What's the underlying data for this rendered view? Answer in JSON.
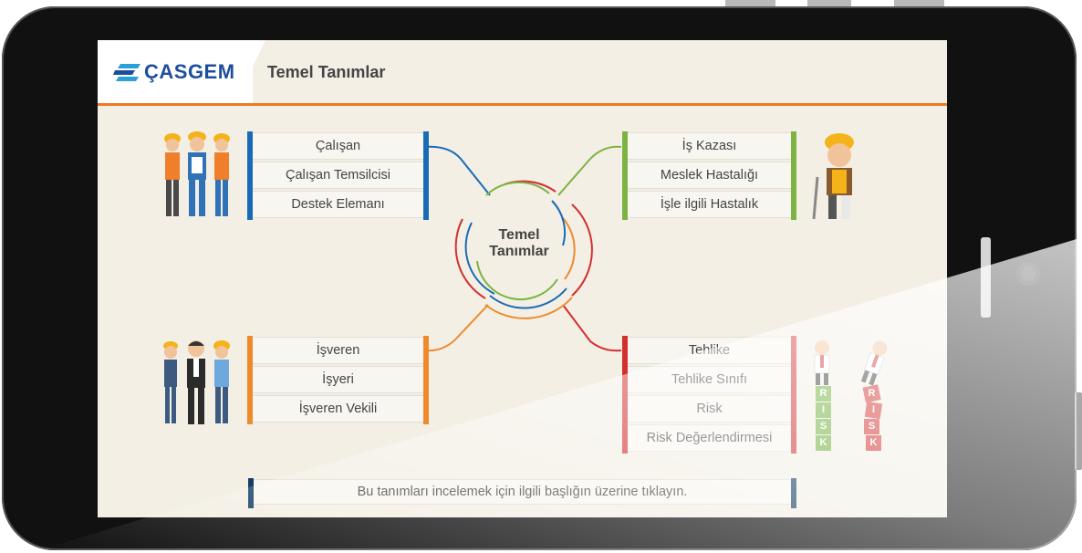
{
  "header": {
    "logo_text": "ÇASGEM",
    "title": "Temel Tanımlar"
  },
  "center": {
    "line1": "Temel",
    "line2": "Tanımlar"
  },
  "groups": {
    "employees": [
      "Çalışan",
      "Çalışan Temsilcisi",
      "Destek Elemanı"
    ],
    "accidents": [
      "İş Kazası",
      "Meslek Hastalığı",
      "İşle ilgili Hastalık"
    ],
    "employer": [
      "İşveren",
      "İşyeri",
      "İşveren Vekili"
    ],
    "risk": [
      "Tehlike",
      "Tehlike Sınıfı",
      "Risk",
      "Risk Değerlendirmesi"
    ]
  },
  "risk_block_letters": [
    "R",
    "I",
    "S",
    "K"
  ],
  "hint": "Bu tanımları incelemek için ilgili başlığın üzerine tıklayın.",
  "colors": {
    "accent": "#ec7a22",
    "blue": "#1a6bb5",
    "green": "#7cb342",
    "orange": "#ef8a2c",
    "red": "#d32f2f",
    "navy": "#153e66",
    "brand": "#1d4e9e"
  }
}
